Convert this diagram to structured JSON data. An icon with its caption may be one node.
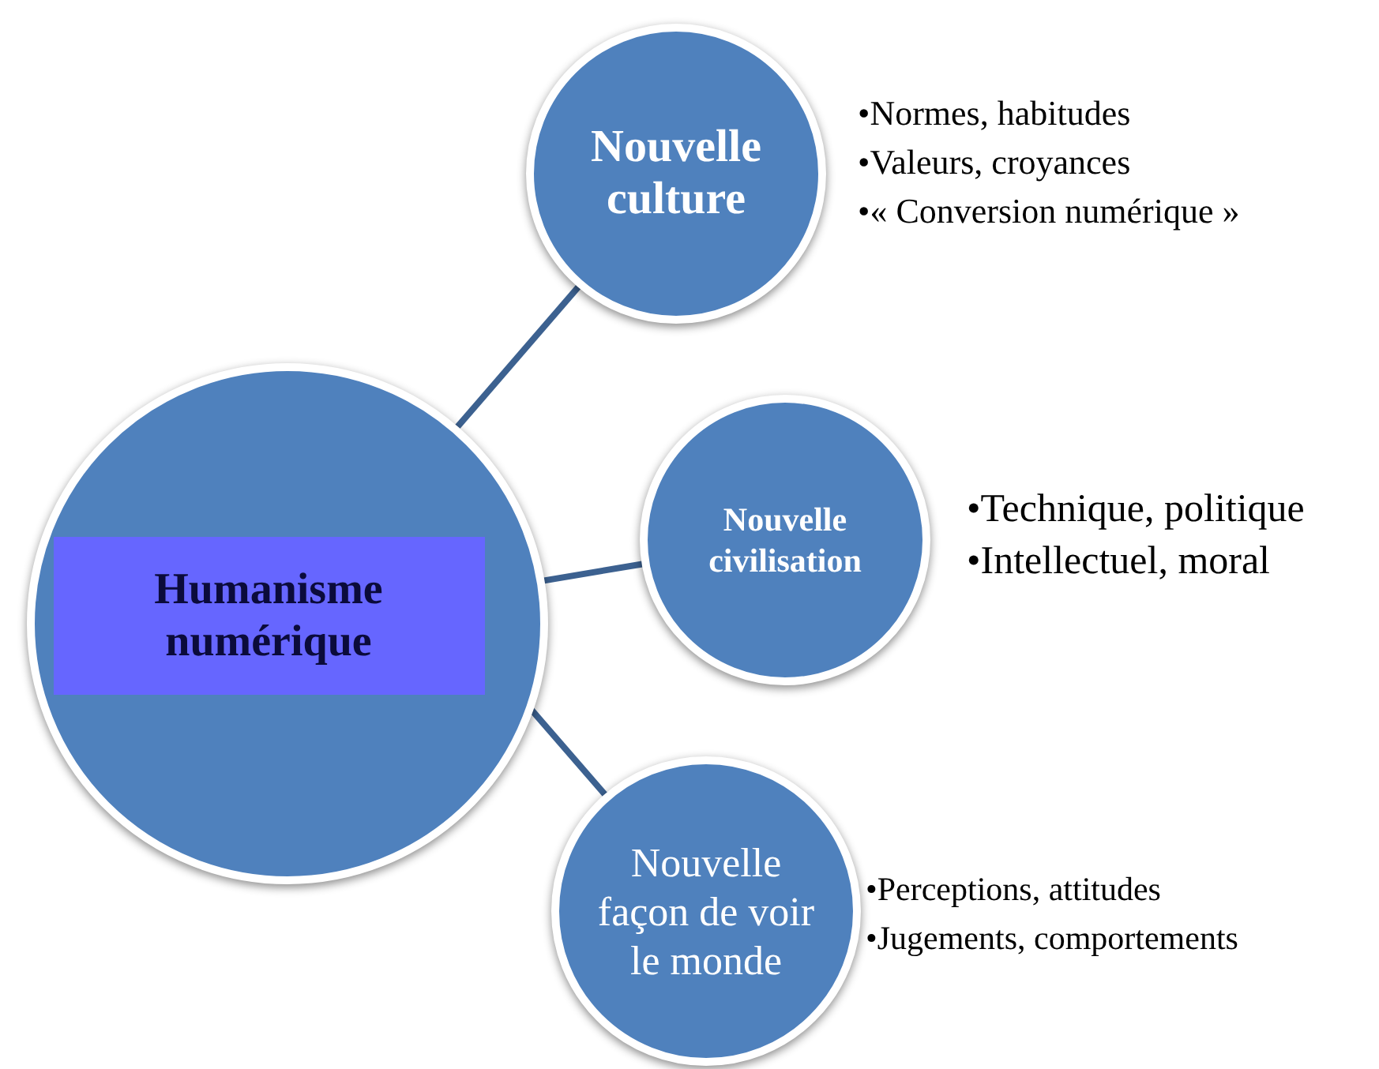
{
  "diagram": {
    "nodes": [
      {
        "text": [],
        "shape": "circle"
      },
      {
        "text": [
          "Humanisme numérique"
        ],
        "in": 0
      },
      {
        "text": [
          "Nouvelle culture"
        ],
        "beside": [
          "•Normes, habitudes",
          "•Valeurs, croyances",
          "•« Conversion numérique »"
        ]
      },
      {
        "text": [
          "Nouvelle civilisation"
        ],
        "beside": [
          "•Technique, politique",
          "•Intellectuel, moral"
        ]
      },
      {
        "text": [
          "Nouvelle façon de voir le monde"
        ],
        "beside": [
          "•Perceptions, attitudes",
          "•Jugements, comportements"
        ]
      }
    ],
    "edges": [
      {
        "from": 0,
        "to": 2,
        "arrow": "none"
      },
      {
        "from": 0,
        "to": 3,
        "arrow": "none"
      },
      {
        "from": 0,
        "to": 4,
        "arrow": "none"
      }
    ]
  }
}
